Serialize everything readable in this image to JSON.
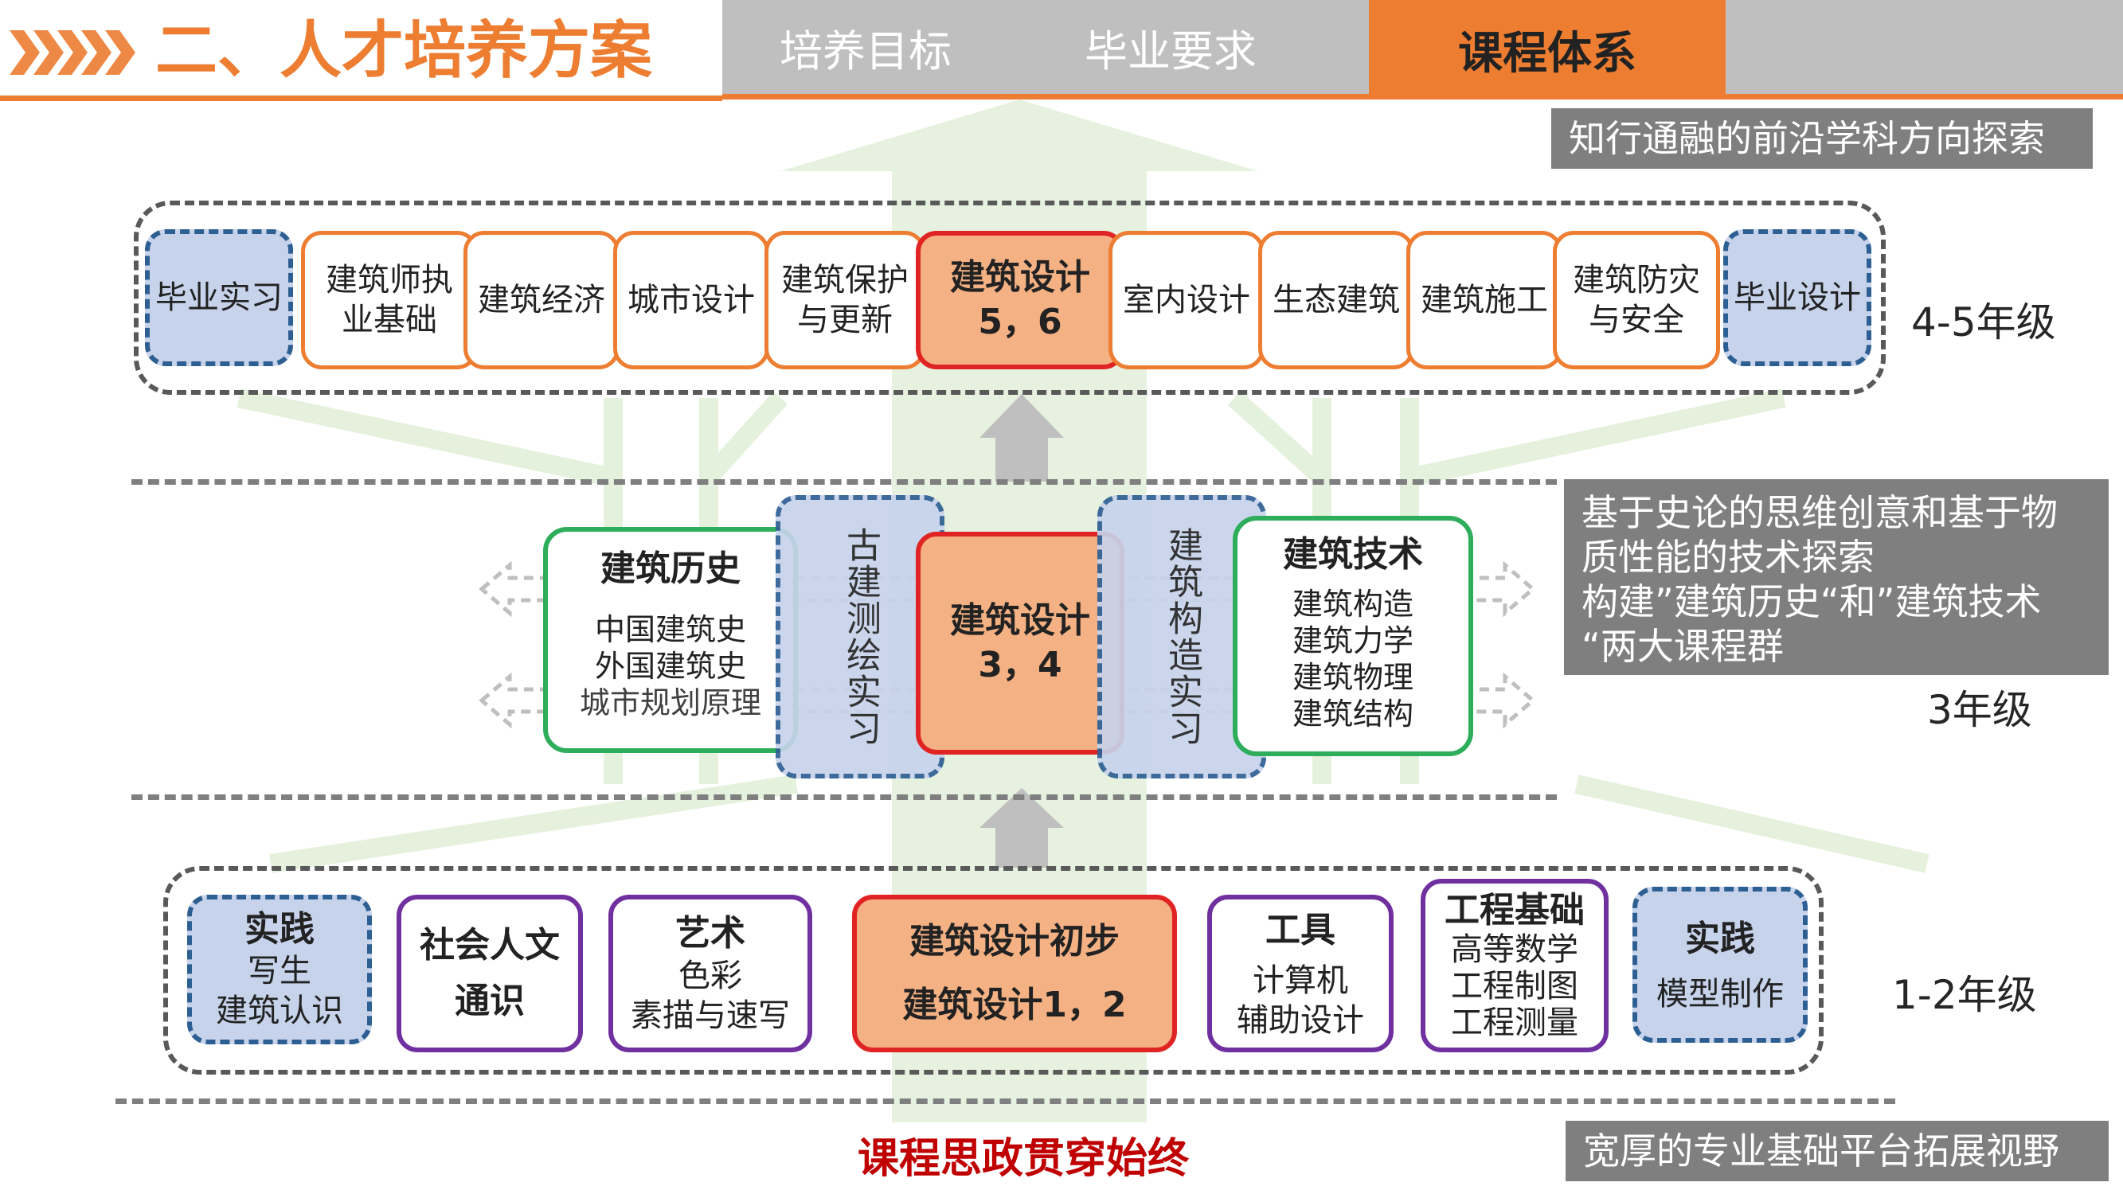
{
  "header": {
    "title": "二、人才培养方案",
    "tabs": [
      {
        "label": "培养目标"
      },
      {
        "label": "毕业要求"
      },
      {
        "label": "课程体系"
      }
    ]
  },
  "captions": {
    "top": "知行通融的前沿学科方向探索",
    "middle": [
      "基于史论的思维创意和基于物",
      "质性能的技术探索",
      "构建”建筑历史“和”建筑技术",
      "“两大课程群"
    ],
    "bottom": "宽厚的专业基础平台拓展视野",
    "footer": "课程思政贯穿始终"
  },
  "grades": {
    "top": "4-5年级",
    "middle": "3年级",
    "bottom": "1-2年级"
  },
  "tier_top": {
    "internship": "毕业实习",
    "courses": [
      [
        "建筑师执",
        "业基础"
      ],
      [
        "建筑经济"
      ],
      [
        "城市设计"
      ],
      [
        "建筑保护",
        "与更新"
      ],
      [
        "建筑设计",
        "5，6"
      ],
      [
        "室内设计"
      ],
      [
        "生态建筑"
      ],
      [
        "建筑施工"
      ],
      [
        "建筑防灾",
        "与安全"
      ]
    ],
    "thesis": "毕业设计"
  },
  "tier_middle": {
    "history": {
      "title": "建筑历史",
      "items": [
        "中国建筑史",
        "外国建筑史",
        "城市规划原理"
      ]
    },
    "survey": "古建测绘实习",
    "design": [
      "建筑设计",
      "3，4"
    ],
    "construction_practice": "建筑构造实习",
    "technology": {
      "title": "建筑技术",
      "items": [
        "建筑构造",
        "建筑力学",
        "建筑物理",
        "建筑结构"
      ]
    }
  },
  "tier_bottom": {
    "practice1": {
      "title": "实践",
      "items": [
        "写生",
        "建筑认识"
      ]
    },
    "humanities": {
      "title": "社会人文",
      "items": [
        "通识"
      ]
    },
    "art": {
      "title": "艺术",
      "items": [
        "色彩",
        "素描与速写"
      ]
    },
    "design": [
      "建筑设计初步",
      "建筑设计1，2"
    ],
    "tools": {
      "title": "工具",
      "items": [
        "计算机",
        "辅助设计"
      ]
    },
    "engineering": {
      "title": "工程基础",
      "items": [
        "高等数学",
        "工程制图",
        "工程测量"
      ]
    },
    "practice2": {
      "title": "实践",
      "items": [
        "模型制作"
      ]
    }
  },
  "colors": {
    "accent_orange": "#ED7D31",
    "tab_gray": "#BFBFBF",
    "caption_gray": "#7F7F7F",
    "design_fill": "#F4B183",
    "design_border": "#E02424",
    "practice_fill": "#C7D3EB",
    "practice_border": "#2E5F93",
    "history_tech_border": "#2EAD5B",
    "foundation_border": "#7030A0",
    "footer_red": "#C00000",
    "arrow_green": "#E2F0D9"
  },
  "icons": [
    "chevron-right-icon",
    "up-arrow-icon",
    "double-arrow-icon"
  ]
}
